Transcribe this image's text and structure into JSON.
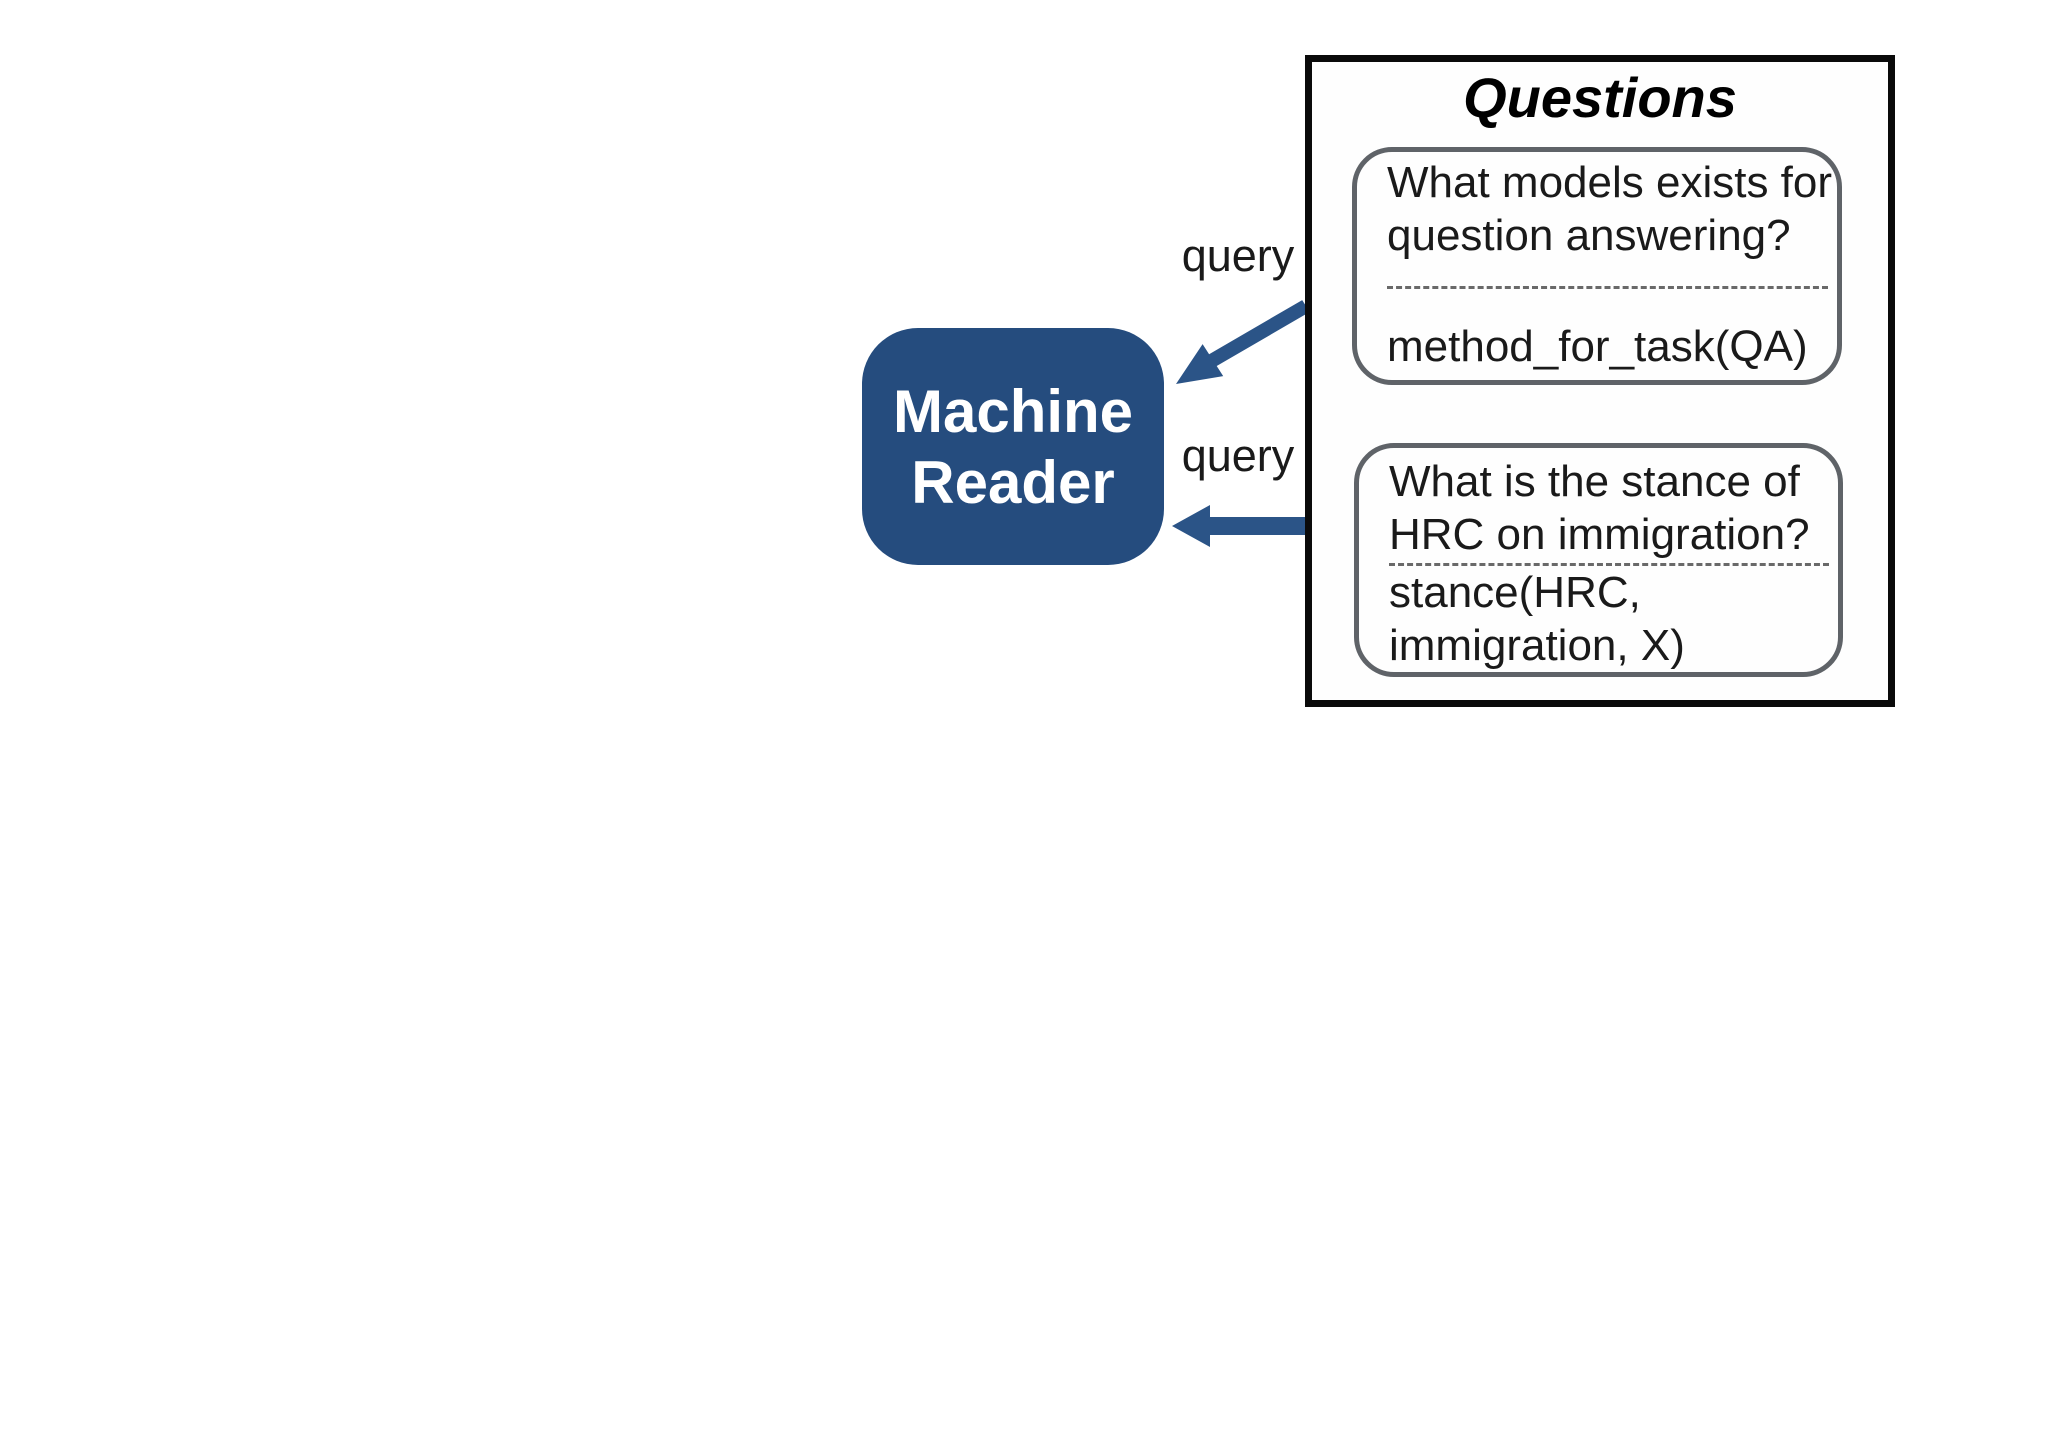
{
  "machine_reader": {
    "lines": [
      "Machine",
      "Reader"
    ]
  },
  "query_labels": [
    "query",
    "query"
  ],
  "questions_panel": {
    "title": "Questions",
    "items": [
      {
        "question_lines": [
          "What models exists for",
          "question answering?"
        ],
        "query_lines": [
          "method_for_task(QA)"
        ]
      },
      {
        "question_lines": [
          "What is the stance of",
          "HRC on immigration?"
        ],
        "query_lines": [
          "stance(HRC,",
          "immigration, X)"
        ]
      }
    ]
  },
  "colors": {
    "reader_fill": "#254C7E",
    "arrow": "#2B5487",
    "panel_border": "#0A0A0A",
    "card_border": "#5F6368",
    "divider": "#696969",
    "text": "#1A1A1A"
  }
}
